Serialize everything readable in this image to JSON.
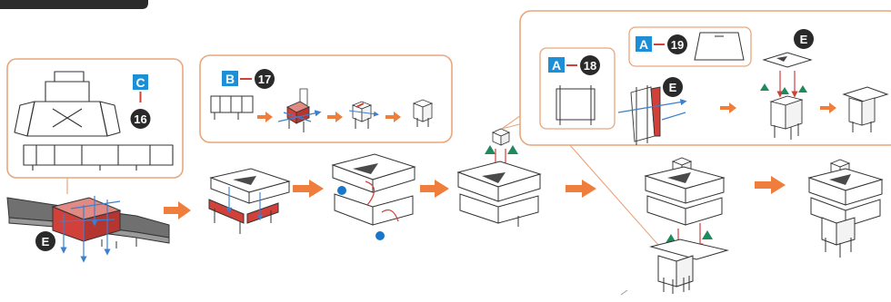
{
  "colors": {
    "callout_border": "#e8a67c",
    "label_blue": "#1c8fd6",
    "step_circle": "#2a2a2a",
    "part_red": "#d2403a",
    "arrow_orange": "#ef7d3c",
    "marker_green": "#1f8a5b",
    "dot_blue": "#1976c9",
    "connector_gray": "#7c7c7c",
    "outline": "#333333"
  },
  "callouts": {
    "c": {
      "letter": "C",
      "step": "16"
    },
    "b": {
      "letter": "B",
      "step": "17"
    },
    "a18": {
      "letter": "A",
      "step": "18"
    },
    "a19": {
      "letter": "A",
      "step": "19"
    }
  },
  "part_labels": {
    "e_main": "E",
    "e_callout": "E",
    "e_top": "E"
  }
}
